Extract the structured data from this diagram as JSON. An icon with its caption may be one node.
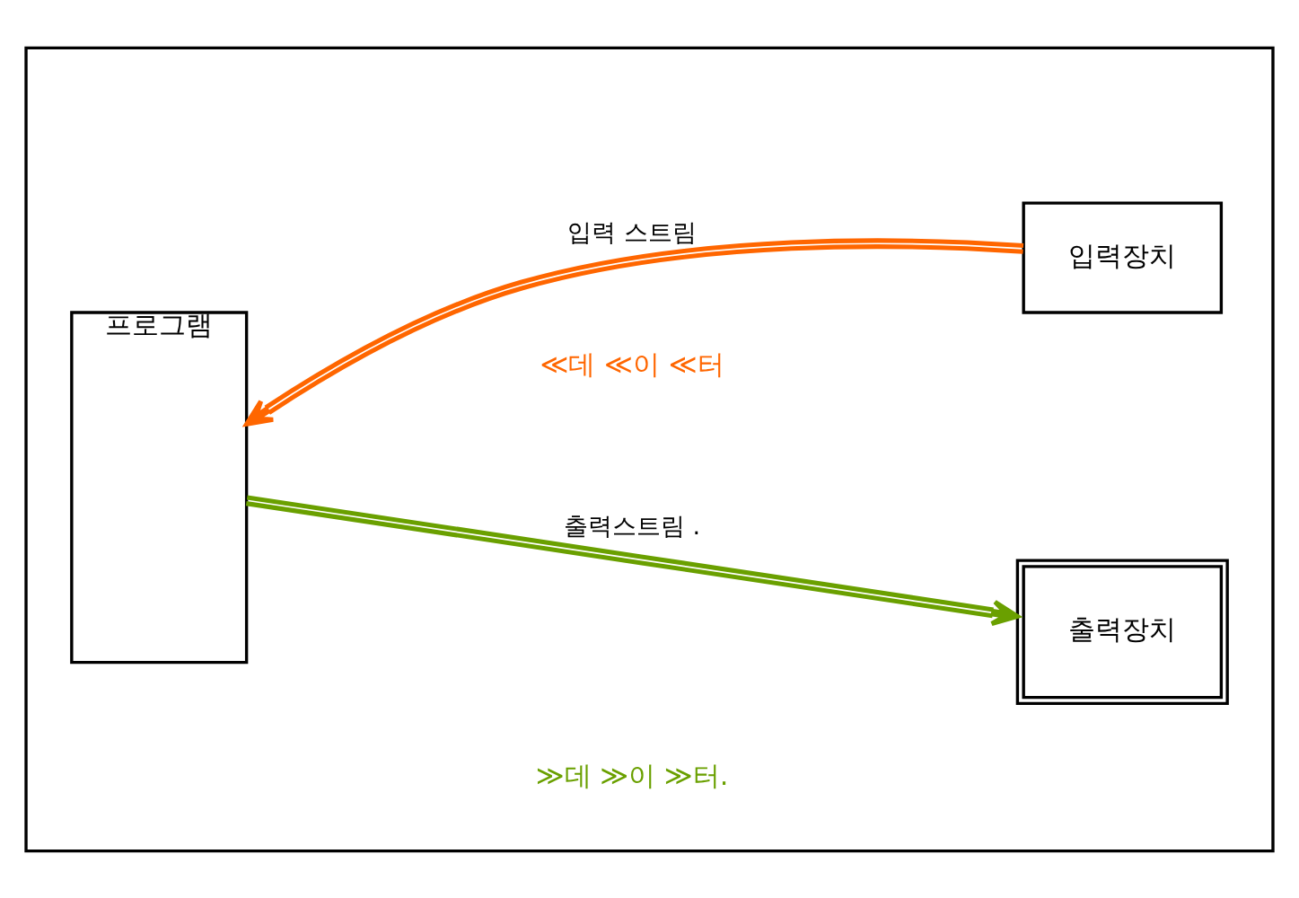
{
  "diagram": {
    "nodes": [
      {
        "text": [],
        "shape": "box"
      },
      {
        "text": [
          "프로그램"
        ],
        "in": 0
      },
      {
        "text": [
          "입력장치"
        ],
        "in": 0
      },
      {
        "text": [
          "출력장치"
        ],
        "in": 0
      }
    ],
    "edges": [
      {
        "from": 2,
        "to": 1,
        "arrow": "to",
        "label": "입력 스트림",
        "color": "#ff6600"
      },
      {
        "from": 1,
        "to": 3,
        "arrow": "to",
        "label": "출력스트림 .",
        "color": "#6aa000"
      }
    ],
    "labels": [
      "≪데 ≪이 ≪터",
      "≫데 ≫이 ≫터."
    ]
  }
}
